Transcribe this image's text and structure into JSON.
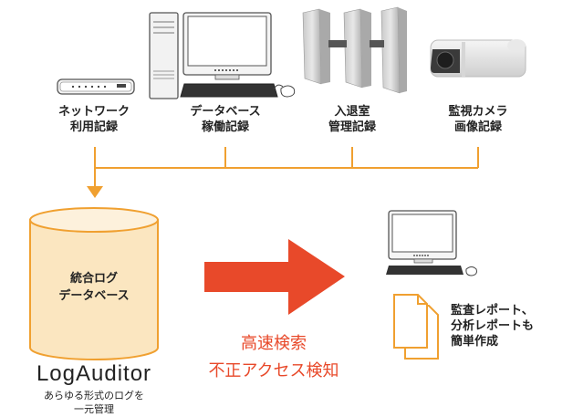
{
  "sources": [
    {
      "line1": "ネットワーク",
      "line2": "利用記録",
      "icon": "router-icon"
    },
    {
      "line1": "データベース",
      "line2": "稼働記録",
      "icon": "database-server-icon"
    },
    {
      "line1": "入退室",
      "line2": "管理記録",
      "icon": "security-gate-icon"
    },
    {
      "line1": "監視カメラ",
      "line2": "画像記録",
      "icon": "surveillance-camera-icon"
    }
  ],
  "db": {
    "line1": "統合ログ",
    "line2": "データベース"
  },
  "product": {
    "name": "LogAuditor",
    "desc1": "あらゆる形式のログを",
    "desc2": "一元管理"
  },
  "features": {
    "line1": "高速検索",
    "line2": "不正アクセス検知"
  },
  "report": {
    "line1": "監査レポート、",
    "line2": "分析レポートも",
    "line3": "簡単作成"
  },
  "colors": {
    "connector": "#f0a030",
    "arrow": "#e8492a",
    "db_fill": "#fbe6c0",
    "db_stroke": "#f0a030"
  }
}
